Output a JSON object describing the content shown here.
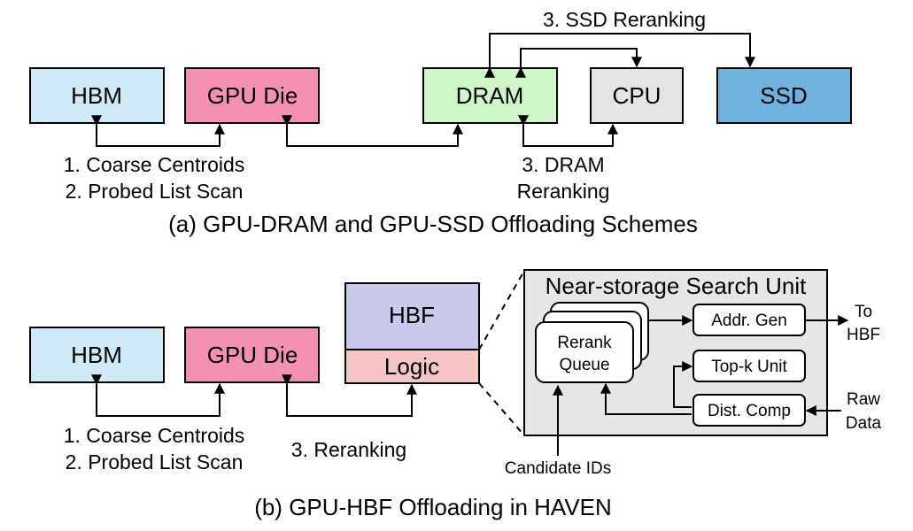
{
  "colors": {
    "hbm": "#cdeaf6",
    "gpu_die": "#f490b4",
    "dram": "#cdf7c9",
    "cpu": "#e4e4e4",
    "ssd": "#6fb2df",
    "hbf": "#c9c9ec",
    "logic": "#f5c6c6",
    "unit_bg": "#e6e6e6"
  },
  "part_a": {
    "hbm": "HBM",
    "gpu_die": "GPU Die",
    "dram": "DRAM",
    "cpu": "CPU",
    "ssd": "SSD",
    "ssd_reranking": "3. SSD Reranking",
    "step1": "1. Coarse Centroids",
    "step2": "2. Probed List Scan",
    "dram_reranking_1": "3. DRAM",
    "dram_reranking_2": "Reranking",
    "caption": "(a) GPU-DRAM and GPU-SSD Offloading Schemes"
  },
  "part_b": {
    "hbm": "HBM",
    "gpu_die": "GPU Die",
    "hbf": "HBF",
    "logic": "Logic",
    "step1": "1. Coarse Centroids",
    "step2": "2. Probed List Scan",
    "reranking": "3. Reranking",
    "caption": "(b) GPU-HBF Offloading in HAVEN"
  },
  "search_unit": {
    "title": "Near-storage Search Unit",
    "rerank_1": "Rerank",
    "rerank_2": "Queue",
    "addr_gen": "Addr. Gen",
    "topk": "Top-k Unit",
    "dist_comp": "Dist. Comp",
    "to_hbf_1": "To",
    "to_hbf_2": "HBF",
    "raw_1": "Raw",
    "raw_2": "Data",
    "candidate_ids": "Candidate IDs"
  }
}
